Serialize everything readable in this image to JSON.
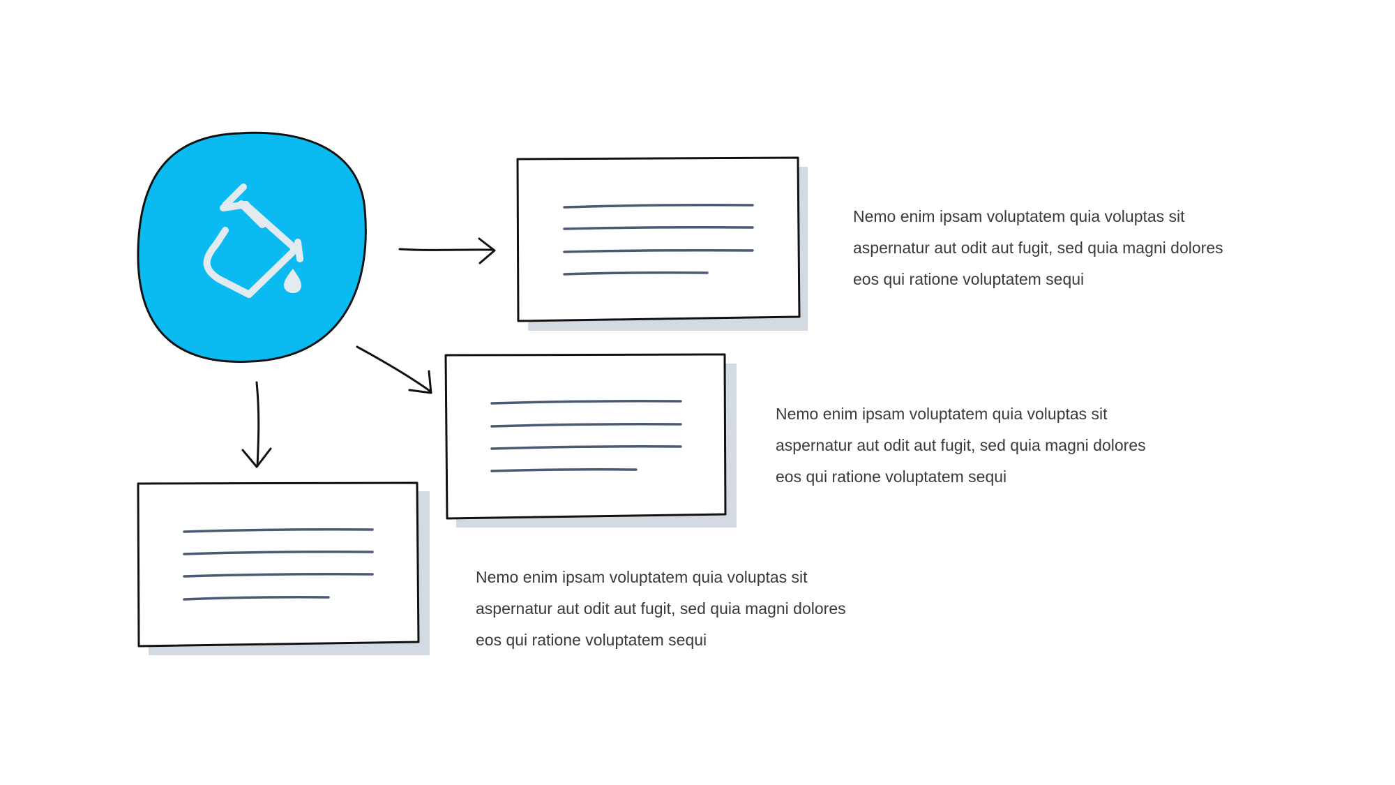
{
  "colors": {
    "accent": "#0bbaf0",
    "outline": "#111111",
    "card_shadow": "#d3dae2",
    "card_line": "#4a5a72",
    "icon": "#e4ebf0",
    "text": "#3a3a3a"
  },
  "hub": {
    "icon": "paint-bucket-icon"
  },
  "descriptions": [
    {
      "lines": [
        "Nemo enim ipsam voluptatem quia voluptas sit",
        "aspernatur aut odit aut fugit, sed quia magni dolores",
        "eos qui ratione voluptatem sequi"
      ]
    },
    {
      "lines": [
        "Nemo enim ipsam voluptatem quia voluptas sit",
        "aspernatur aut odit aut fugit, sed quia magni dolores",
        "eos qui ratione voluptatem sequi"
      ]
    },
    {
      "lines": [
        "Nemo enim ipsam voluptatem quia voluptas sit",
        "aspernatur aut odit aut fugit, sed quia magni dolores",
        "eos qui ratione voluptatem sequi"
      ]
    }
  ]
}
